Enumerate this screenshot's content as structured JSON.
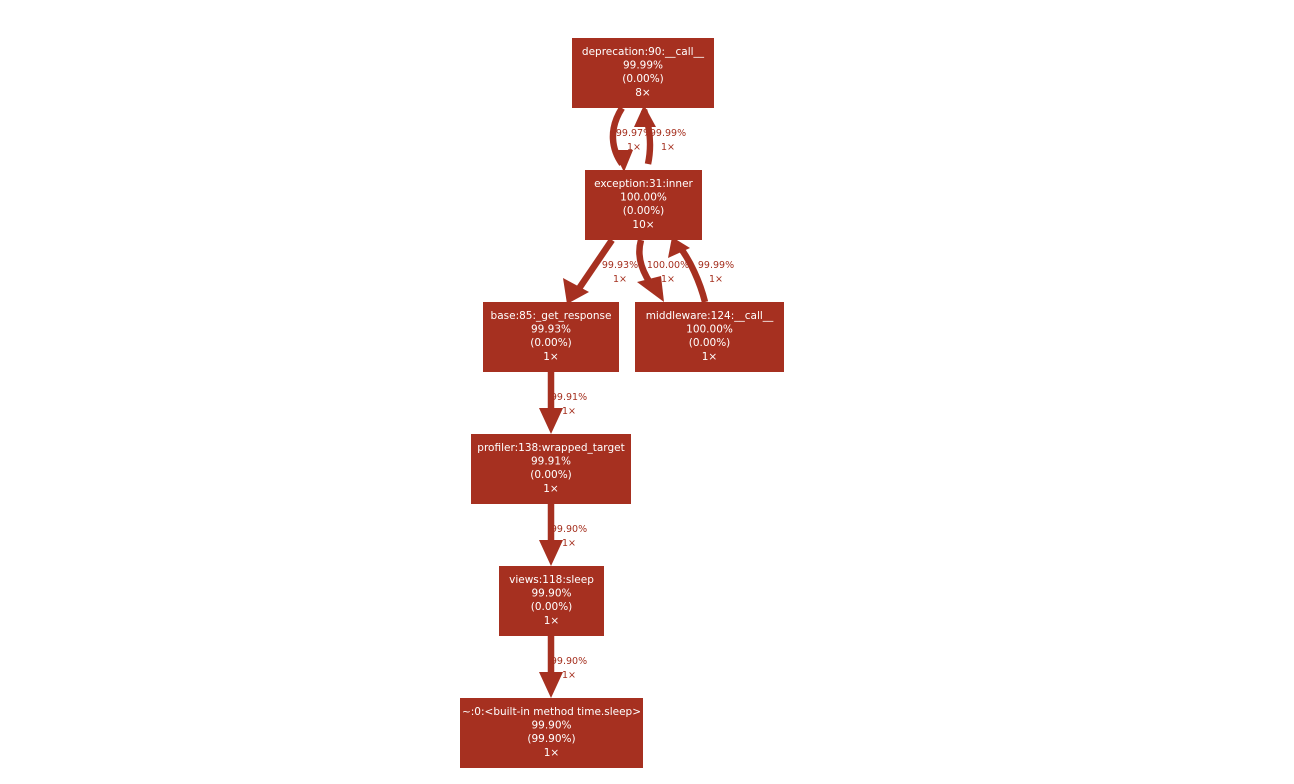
{
  "colors": {
    "node": "#a63020",
    "edge": "#a63020",
    "edge_label": "#a5301f",
    "node_text": "#ffffff",
    "background": "#ffffff"
  },
  "nodes": [
    {
      "id": "deprecation",
      "name": "deprecation:90:__call__",
      "total": "99.99%",
      "self": "(0.00%)",
      "calls": "8×"
    },
    {
      "id": "exception",
      "name": "exception:31:inner",
      "total": "100.00%",
      "self": "(0.00%)",
      "calls": "10×"
    },
    {
      "id": "base",
      "name": "base:85:_get_response",
      "total": "99.93%",
      "self": "(0.00%)",
      "calls": "1×"
    },
    {
      "id": "middleware",
      "name": "middleware:124:__call__",
      "total": "100.00%",
      "self": "(0.00%)",
      "calls": "1×"
    },
    {
      "id": "profiler",
      "name": "profiler:138:wrapped_target",
      "total": "99.91%",
      "self": "(0.00%)",
      "calls": "1×"
    },
    {
      "id": "views",
      "name": "views:118:sleep",
      "total": "99.90%",
      "self": "(0.00%)",
      "calls": "1×"
    },
    {
      "id": "builtin",
      "name": "~:0:<built-in method time.sleep>",
      "total": "99.90%",
      "self": "(99.90%)",
      "calls": "1×"
    }
  ],
  "edges": [
    {
      "from": "deprecation",
      "to": "exception",
      "pct": "99.97%",
      "calls": "1×"
    },
    {
      "from": "exception",
      "to": "deprecation",
      "pct": "99.99%",
      "calls": "1×"
    },
    {
      "from": "exception",
      "to": "base",
      "pct": "99.93%",
      "calls": "1×"
    },
    {
      "from": "exception",
      "to": "middleware",
      "pct": "100.00%",
      "calls": "1×"
    },
    {
      "from": "middleware",
      "to": "exception",
      "pct": "99.99%",
      "calls": "1×"
    },
    {
      "from": "base",
      "to": "profiler",
      "pct": "99.91%",
      "calls": "1×"
    },
    {
      "from": "profiler",
      "to": "views",
      "pct": "99.90%",
      "calls": "1×"
    },
    {
      "from": "views",
      "to": "builtin",
      "pct": "99.90%",
      "calls": "1×"
    }
  ]
}
